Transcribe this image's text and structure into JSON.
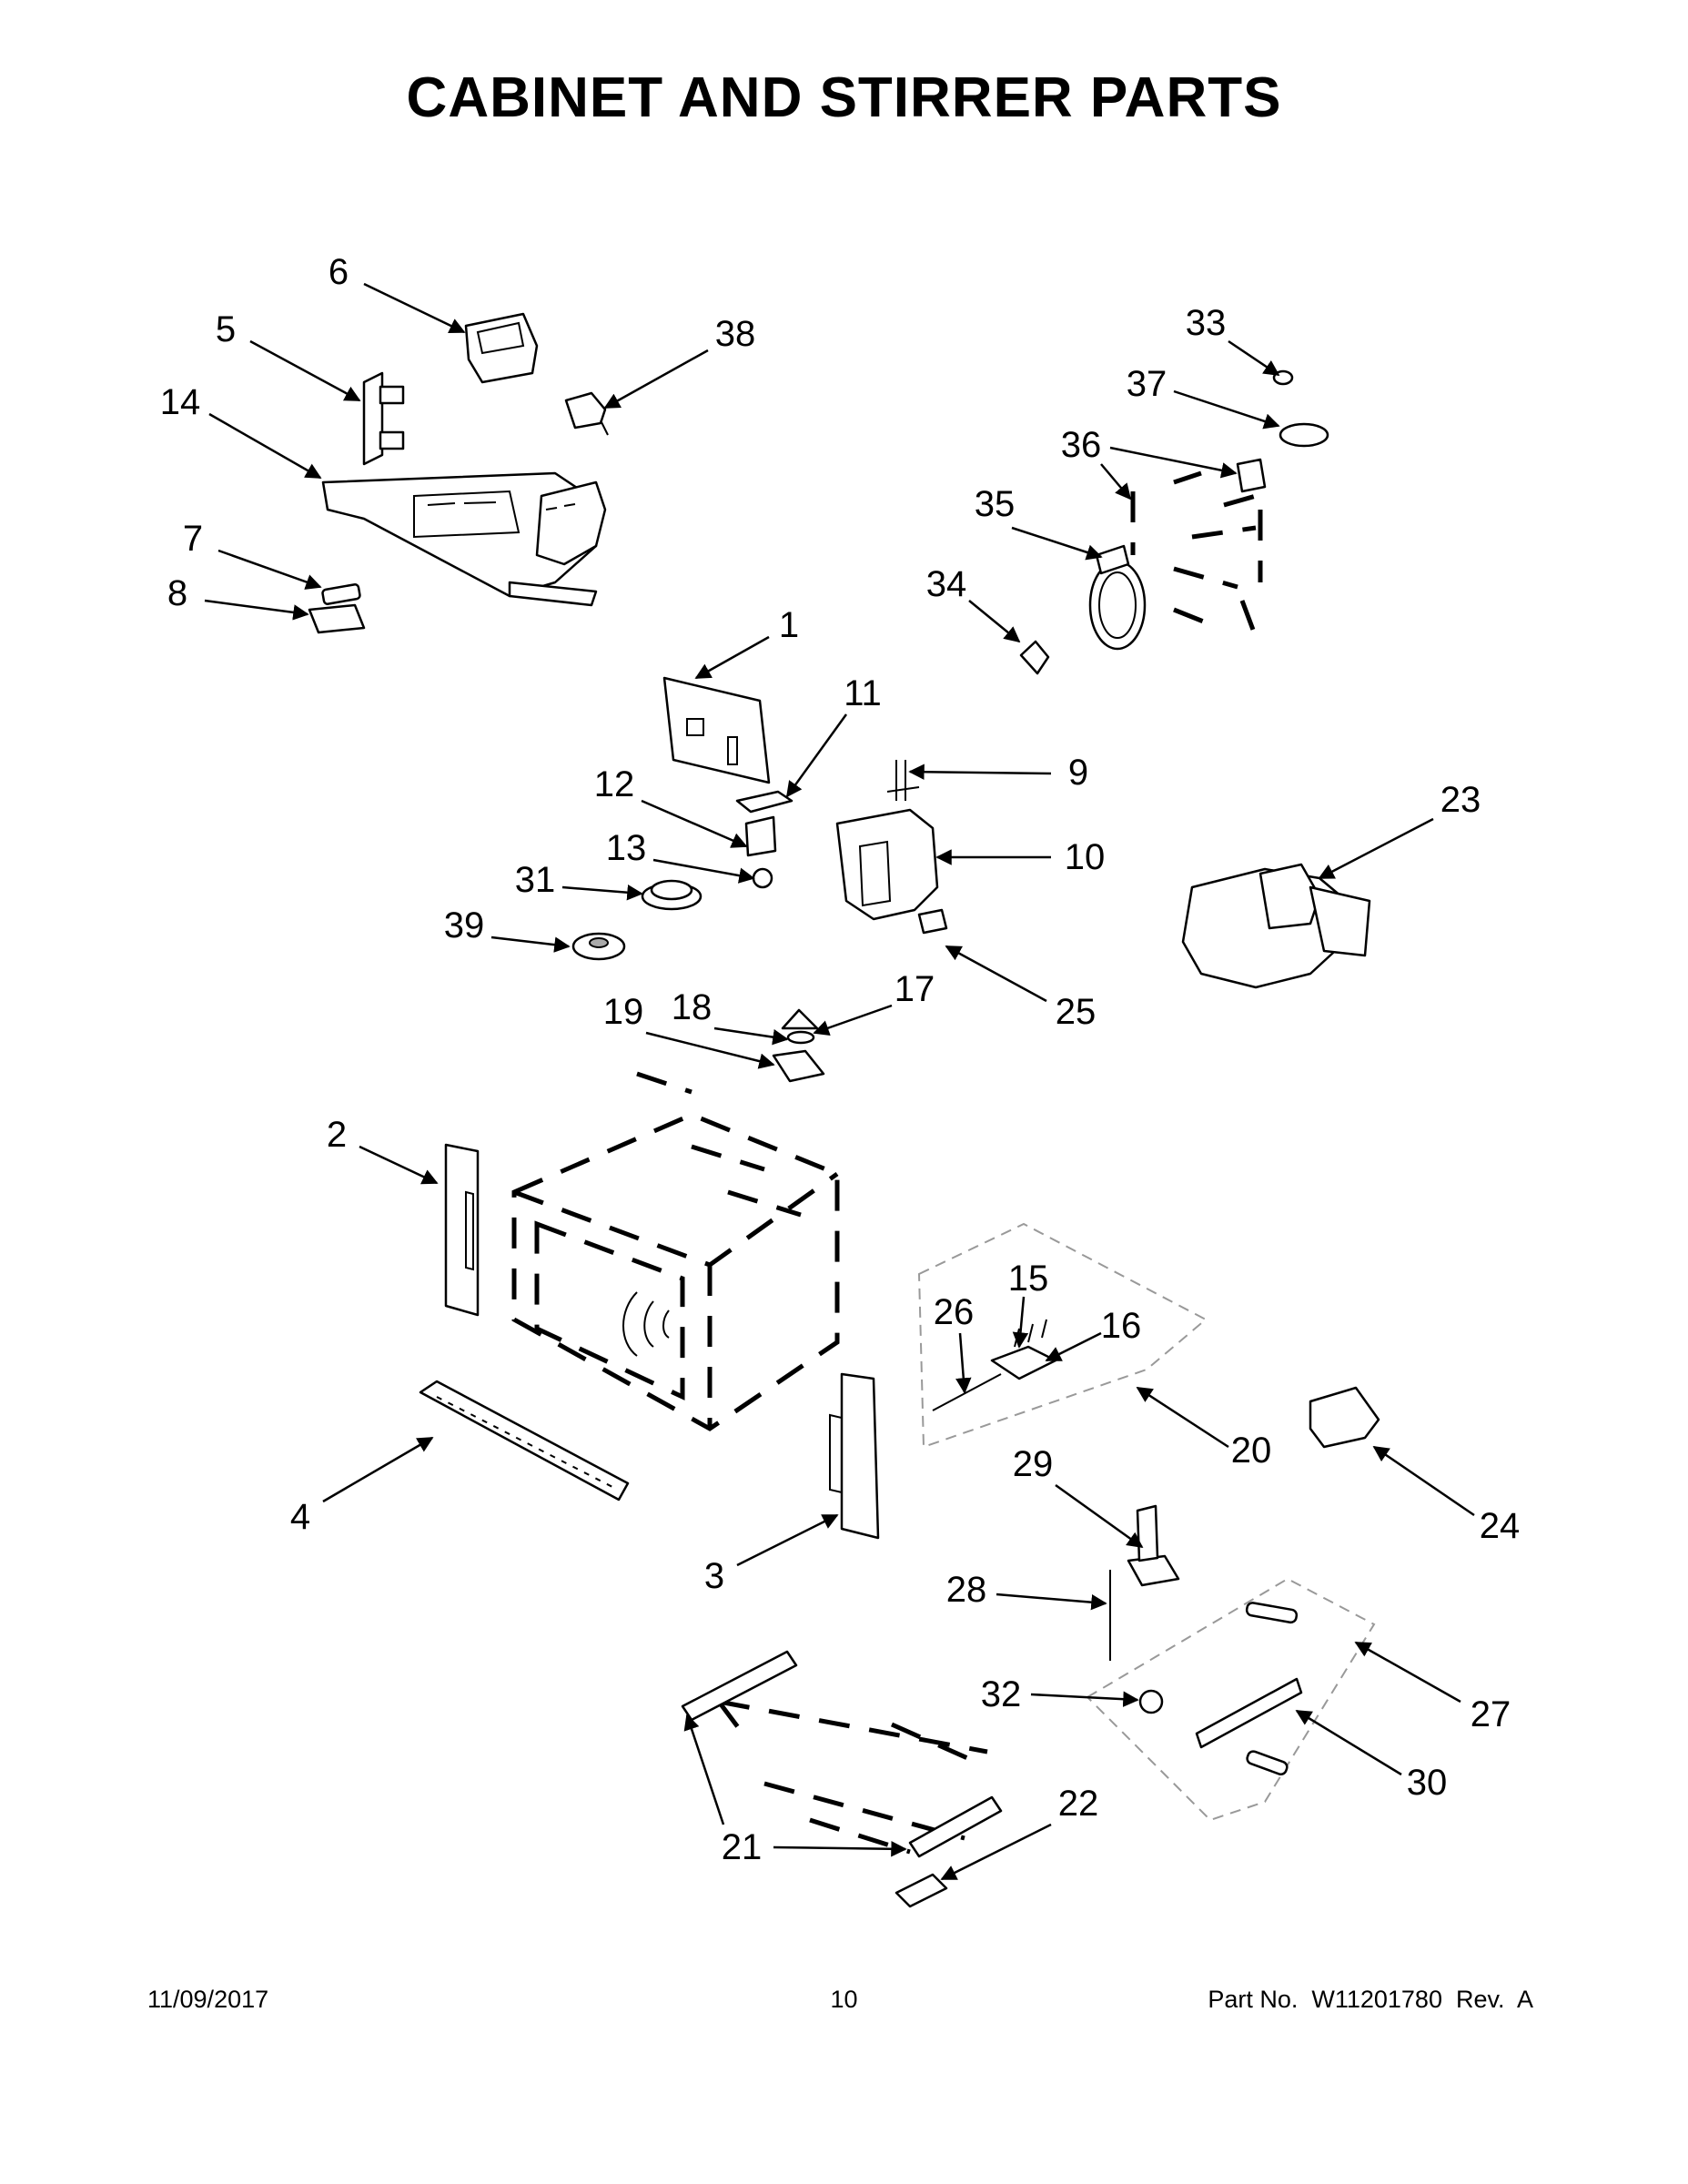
{
  "title": "CABINET AND STIRRER PARTS",
  "footer": {
    "date": "11/09/2017",
    "page_number": "10",
    "part_number": "Part No.  W11201780  Rev.  A"
  },
  "callouts": [
    "1",
    "2",
    "3",
    "4",
    "5",
    "6",
    "7",
    "8",
    "9",
    "10",
    "11",
    "12",
    "13",
    "14",
    "15",
    "16",
    "17",
    "18",
    "19",
    "20",
    "21",
    "22",
    "23",
    "24",
    "25",
    "26",
    "27",
    "28",
    "29",
    "30",
    "31",
    "32",
    "33",
    "34",
    "35",
    "36",
    "37",
    "38",
    "39"
  ]
}
